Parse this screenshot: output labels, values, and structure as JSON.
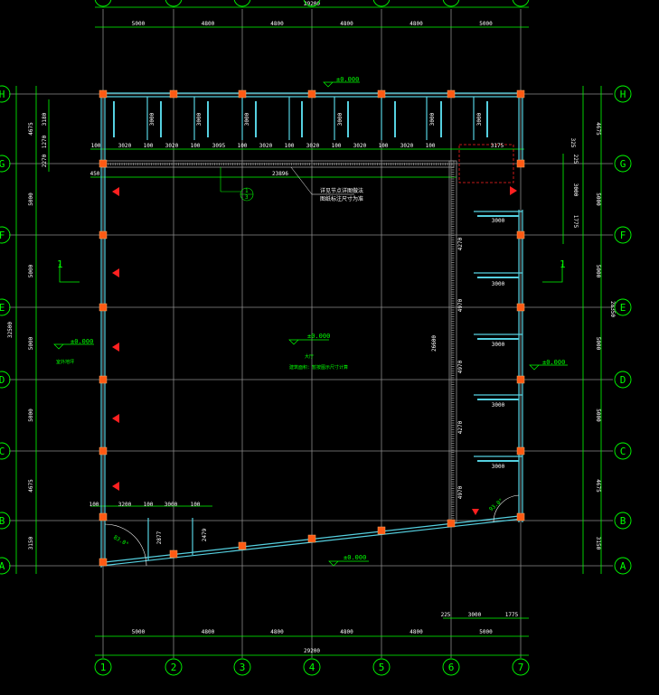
{
  "drawing": {
    "overall_width": "29200",
    "overall_height": "32500",
    "right_overall_height": "28350",
    "top_spans": [
      "5000",
      "4800",
      "4800",
      "4800",
      "4800",
      "5000"
    ],
    "bottom_spans": [
      "5000",
      "4800",
      "4800",
      "4800",
      "4800",
      "5000"
    ],
    "bottom_detail": [
      "225",
      "3000",
      "1775"
    ],
    "left_spans": [
      "4675",
      "5000",
      "5000",
      "5000",
      "5000",
      "4675",
      "3150"
    ],
    "right_spans": [
      "4675",
      "5000",
      "5000",
      "5000",
      "5000",
      "4675",
      "3150"
    ],
    "right_detail": [
      "225",
      "3000",
      "1775"
    ],
    "top_room_dims": [
      "100",
      "3020",
      "100",
      "3020",
      "100",
      "3095",
      "100",
      "3020",
      "100",
      "3020",
      "100",
      "3020",
      "100",
      "3020",
      "100",
      "3175"
    ],
    "top_left_dims": [
      "3180",
      "1270",
      "2270"
    ],
    "long_dim_horizontal": "23896",
    "long_dim_vertical": "26600",
    "dim_450": "450",
    "dim_325": "325",
    "col_axes": [
      "1",
      "2",
      "3",
      "4",
      "5",
      "6",
      "7"
    ],
    "row_axes": [
      "H",
      "G",
      "F",
      "E",
      "D",
      "C",
      "B",
      "A"
    ],
    "elevations": [
      "±0.000",
      "±0.000",
      "±0.000",
      "±0.000",
      "±0.000"
    ],
    "room_heights": [
      "3000",
      "3000",
      "3000",
      "3000",
      "3000",
      "3000"
    ],
    "right_room_widths": [
      "3000",
      "3000",
      "3000",
      "3000",
      "3000"
    ],
    "right_room_depths": [
      "4270",
      "4970",
      "4970",
      "4270",
      "4970",
      "4270"
    ],
    "bottom_room_dims": [
      "100",
      "3200",
      "100",
      "3000",
      "100"
    ],
    "bottom_room_heights": [
      "2877",
      "2479"
    ],
    "angles": [
      "83.0°",
      "93.0°"
    ],
    "section_marks": [
      "1",
      "1"
    ],
    "annot_labels": [
      "1",
      "3"
    ],
    "hall_text": [
      "大厅",
      "建筑面积：暂按图示尺寸计算"
    ],
    "note_lines": [
      "详见节点详图做法",
      "图纸标注尺寸为准"
    ],
    "left_elev_note": "室外地坪"
  }
}
